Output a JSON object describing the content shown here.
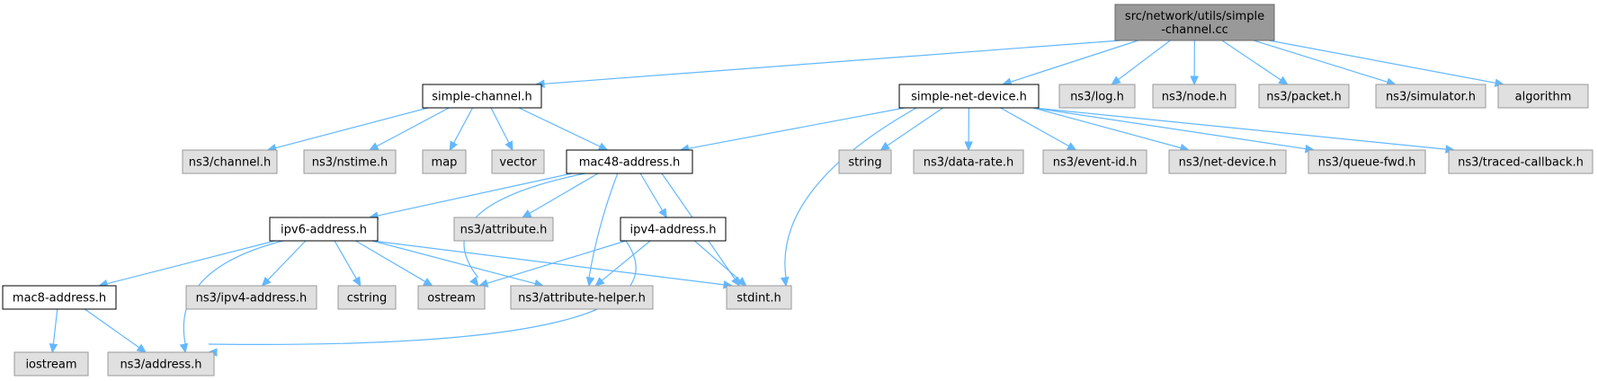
{
  "colors": {
    "root_fill": "#999999",
    "root_stroke": "#666666",
    "documented_fill": "#ffffff",
    "documented_stroke": "#000000",
    "external_fill": "#e0e0e0",
    "external_stroke": "#999999",
    "edge": "#63b8ff"
  },
  "nodes": [
    {
      "id": "root",
      "lines": [
        "src/network/utils/simple",
        "-channel.cc"
      ],
      "kind": "root"
    },
    {
      "id": "simple_channel_h",
      "lines": [
        "simple-channel.h"
      ],
      "kind": "documented"
    },
    {
      "id": "simple_net_device_h",
      "lines": [
        "simple-net-device.h"
      ],
      "kind": "documented"
    },
    {
      "id": "ns3_log_h",
      "lines": [
        "ns3/log.h"
      ],
      "kind": "external"
    },
    {
      "id": "ns3_node_h",
      "lines": [
        "ns3/node.h"
      ],
      "kind": "external"
    },
    {
      "id": "ns3_packet_h",
      "lines": [
        "ns3/packet.h"
      ],
      "kind": "external"
    },
    {
      "id": "ns3_simulator_h",
      "lines": [
        "ns3/simulator.h"
      ],
      "kind": "external"
    },
    {
      "id": "algorithm",
      "lines": [
        "algorithm"
      ],
      "kind": "external"
    },
    {
      "id": "ns3_channel_h",
      "lines": [
        "ns3/channel.h"
      ],
      "kind": "external"
    },
    {
      "id": "ns3_nstime_h",
      "lines": [
        "ns3/nstime.h"
      ],
      "kind": "external"
    },
    {
      "id": "map",
      "lines": [
        "map"
      ],
      "kind": "external"
    },
    {
      "id": "vector",
      "lines": [
        "vector"
      ],
      "kind": "external"
    },
    {
      "id": "mac48_address_h",
      "lines": [
        "mac48-address.h"
      ],
      "kind": "documented"
    },
    {
      "id": "string",
      "lines": [
        "string"
      ],
      "kind": "external"
    },
    {
      "id": "ns3_data_rate_h",
      "lines": [
        "ns3/data-rate.h"
      ],
      "kind": "external"
    },
    {
      "id": "ns3_event_id_h",
      "lines": [
        "ns3/event-id.h"
      ],
      "kind": "external"
    },
    {
      "id": "ns3_net_device_h",
      "lines": [
        "ns3/net-device.h"
      ],
      "kind": "external"
    },
    {
      "id": "ns3_queue_fwd_h",
      "lines": [
        "ns3/queue-fwd.h"
      ],
      "kind": "external"
    },
    {
      "id": "ns3_traced_callback_h",
      "lines": [
        "ns3/traced-callback.h"
      ],
      "kind": "external"
    },
    {
      "id": "ipv6_address_h",
      "lines": [
        "ipv6-address.h"
      ],
      "kind": "documented"
    },
    {
      "id": "ns3_attribute_h",
      "lines": [
        "ns3/attribute.h"
      ],
      "kind": "external"
    },
    {
      "id": "ipv4_address_h",
      "lines": [
        "ipv4-address.h"
      ],
      "kind": "documented"
    },
    {
      "id": "mac8_address_h",
      "lines": [
        "mac8-address.h"
      ],
      "kind": "documented"
    },
    {
      "id": "ns3_ipv4_address_h",
      "lines": [
        "ns3/ipv4-address.h"
      ],
      "kind": "external"
    },
    {
      "id": "cstring",
      "lines": [
        "cstring"
      ],
      "kind": "external"
    },
    {
      "id": "ostream",
      "lines": [
        "ostream"
      ],
      "kind": "external"
    },
    {
      "id": "ns3_attribute_helper_h",
      "lines": [
        "ns3/attribute-helper.h"
      ],
      "kind": "external"
    },
    {
      "id": "stdint_h",
      "lines": [
        "stdint.h"
      ],
      "kind": "external"
    },
    {
      "id": "iostream",
      "lines": [
        "iostream"
      ],
      "kind": "external"
    },
    {
      "id": "ns3_address_h",
      "lines": [
        "ns3/address.h"
      ],
      "kind": "external"
    }
  ],
  "edges": [
    [
      "root",
      "simple_channel_h"
    ],
    [
      "root",
      "simple_net_device_h"
    ],
    [
      "root",
      "ns3_log_h"
    ],
    [
      "root",
      "ns3_node_h"
    ],
    [
      "root",
      "ns3_packet_h"
    ],
    [
      "root",
      "ns3_simulator_h"
    ],
    [
      "root",
      "algorithm"
    ],
    [
      "simple_channel_h",
      "ns3_channel_h"
    ],
    [
      "simple_channel_h",
      "ns3_nstime_h"
    ],
    [
      "simple_channel_h",
      "map"
    ],
    [
      "simple_channel_h",
      "vector"
    ],
    [
      "simple_channel_h",
      "mac48_address_h"
    ],
    [
      "simple_net_device_h",
      "mac48_address_h"
    ],
    [
      "simple_net_device_h",
      "stdint_h"
    ],
    [
      "simple_net_device_h",
      "string"
    ],
    [
      "simple_net_device_h",
      "ns3_data_rate_h"
    ],
    [
      "simple_net_device_h",
      "ns3_event_id_h"
    ],
    [
      "simple_net_device_h",
      "ns3_net_device_h"
    ],
    [
      "simple_net_device_h",
      "ns3_queue_fwd_h"
    ],
    [
      "simple_net_device_h",
      "ns3_traced_callback_h"
    ],
    [
      "mac48_address_h",
      "ipv6_address_h"
    ],
    [
      "mac48_address_h",
      "ostream"
    ],
    [
      "mac48_address_h",
      "ns3_attribute_h"
    ],
    [
      "mac48_address_h",
      "ns3_attribute_helper_h"
    ],
    [
      "mac48_address_h",
      "ipv4_address_h"
    ],
    [
      "mac48_address_h",
      "stdint_h"
    ],
    [
      "ipv6_address_h",
      "mac8_address_h"
    ],
    [
      "ipv6_address_h",
      "ns3_address_h"
    ],
    [
      "ipv6_address_h",
      "ns3_ipv4_address_h"
    ],
    [
      "ipv6_address_h",
      "cstring"
    ],
    [
      "ipv6_address_h",
      "ostream"
    ],
    [
      "ipv6_address_h",
      "ns3_attribute_helper_h"
    ],
    [
      "ipv6_address_h",
      "stdint_h"
    ],
    [
      "ipv4_address_h",
      "ostream"
    ],
    [
      "ipv4_address_h",
      "ns3_attribute_helper_h"
    ],
    [
      "ipv4_address_h",
      "stdint_h"
    ],
    [
      "ipv4_address_h",
      "ns3_address_h"
    ],
    [
      "mac8_address_h",
      "iostream"
    ],
    [
      "mac8_address_h",
      "ns3_address_h"
    ]
  ]
}
